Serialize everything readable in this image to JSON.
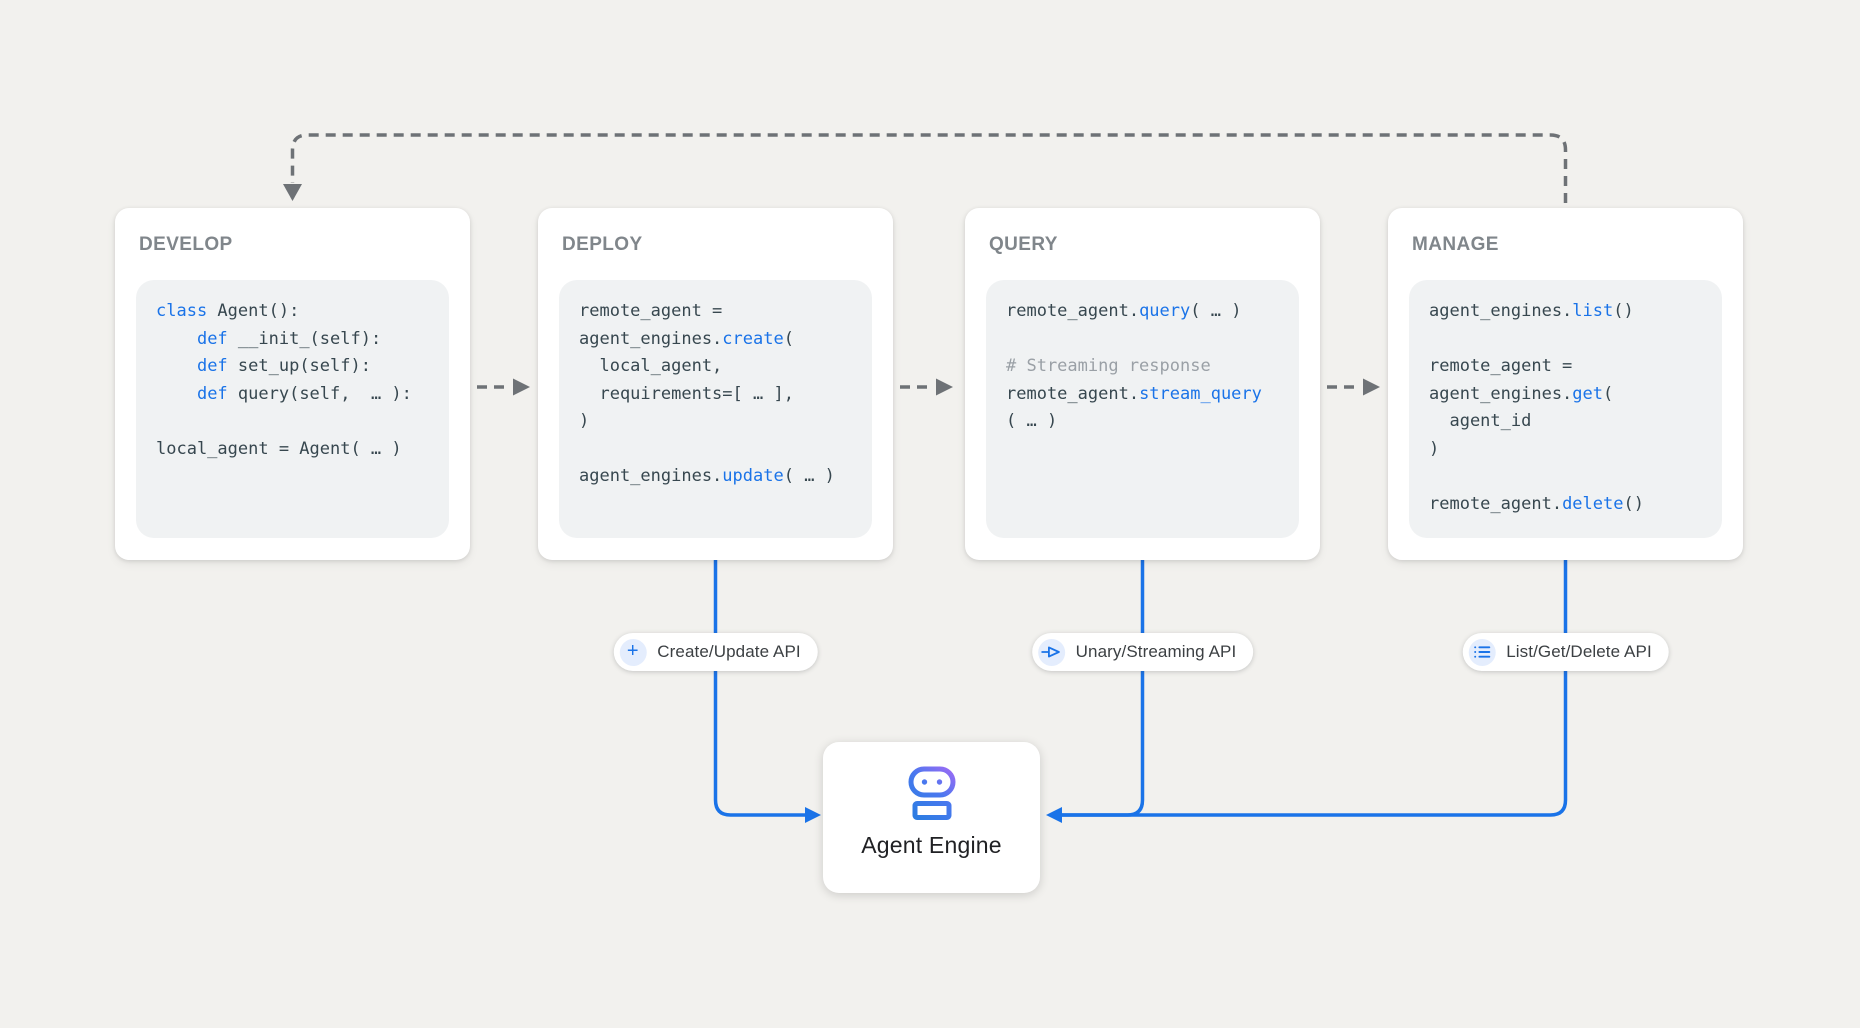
{
  "colors": {
    "background": "#f2f1ee",
    "card_bg": "#ffffff",
    "code_bg": "#f0f2f3",
    "title": "#80868b",
    "code_text": "#37474f",
    "keyword": "#1a73e8",
    "comment": "#9aa0a6",
    "blue_line": "#1a73e8",
    "gray_line": "#6e7276",
    "label_text": "#202124",
    "icon_chip_bg": "#e4edfd",
    "robot_gradient_blue": "#2a7de1",
    "robot_gradient_purple": "#a06af5"
  },
  "cards": [
    {
      "title": "DEVELOP",
      "lines": [
        [
          {
            "t": "class ",
            "c": "kw"
          },
          {
            "t": "Agent():"
          }
        ],
        [
          {
            "t": "    "
          },
          {
            "t": "def",
            "c": "kw"
          },
          {
            "t": " __init_(self):"
          }
        ],
        [
          {
            "t": "    "
          },
          {
            "t": "def",
            "c": "kw"
          },
          {
            "t": " set_up(self):"
          }
        ],
        [
          {
            "t": "    "
          },
          {
            "t": "def",
            "c": "kw"
          },
          {
            "t": " query(self,  … ):"
          }
        ],
        [],
        [
          {
            "t": "local_agent = Agent( … )"
          }
        ]
      ]
    },
    {
      "title": "DEPLOY",
      "lines": [
        [
          {
            "t": "remote_agent ="
          }
        ],
        [
          {
            "t": "agent_engines."
          },
          {
            "t": "create",
            "c": "kw"
          },
          {
            "t": "("
          }
        ],
        [
          {
            "t": "  local_agent,"
          }
        ],
        [
          {
            "t": "  requirements=[ … ],"
          }
        ],
        [
          {
            "t": ")"
          }
        ],
        [],
        [
          {
            "t": "agent_engines."
          },
          {
            "t": "update",
            "c": "kw"
          },
          {
            "t": "( … )"
          }
        ]
      ]
    },
    {
      "title": "QUERY",
      "lines": [
        [
          {
            "t": "remote_agent."
          },
          {
            "t": "query",
            "c": "kw"
          },
          {
            "t": "( … )"
          }
        ],
        [],
        [
          {
            "t": "# Streaming response",
            "c": "comment"
          }
        ],
        [
          {
            "t": "remote_agent."
          },
          {
            "t": "stream_query",
            "c": "kw"
          }
        ],
        [
          {
            "t": "( … )"
          }
        ]
      ]
    },
    {
      "title": "MANAGE",
      "lines": [
        [
          {
            "t": "agent_engines."
          },
          {
            "t": "list",
            "c": "kw"
          },
          {
            "t": "()"
          }
        ],
        [],
        [
          {
            "t": "remote_agent ="
          }
        ],
        [
          {
            "t": "agent_engines."
          },
          {
            "t": "get",
            "c": "kw"
          },
          {
            "t": "("
          }
        ],
        [
          {
            "t": "  agent_id"
          }
        ],
        [
          {
            "t": ")"
          }
        ],
        [],
        [
          {
            "t": "remote_agent."
          },
          {
            "t": "delete",
            "c": "kw"
          },
          {
            "t": "()"
          }
        ]
      ]
    }
  ],
  "pills": [
    {
      "label": "Create/Update API",
      "icon": "plus-icon"
    },
    {
      "label": "Unary/Streaming API",
      "icon": "streaming-icon"
    },
    {
      "label": "List/Get/Delete API",
      "icon": "list-icon"
    }
  ],
  "engine": {
    "label": "Agent Engine"
  }
}
